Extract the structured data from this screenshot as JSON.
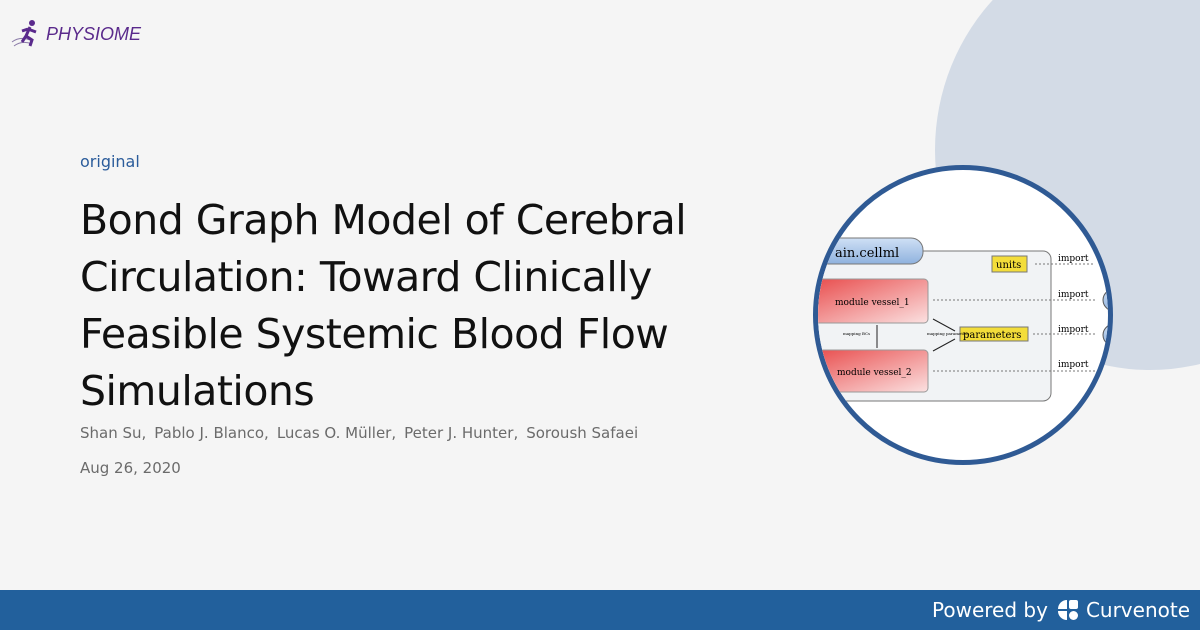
{
  "brand": {
    "logo_text": "PHYSIOME",
    "logo_color": "#5a2a8c"
  },
  "article": {
    "kind": "original",
    "title": "Bond Graph Model of Cerebral Circulation: Toward Clinically Feasible Systemic Blood Flow Simulations",
    "authors": [
      "Shan Su,",
      "Pablo J. Blanco,",
      "Lucas O. Müller,",
      "Peter J. Hunter,",
      "Soroush Safaei"
    ],
    "date": "Aug 26, 2020"
  },
  "figure": {
    "file": "ain.cellml",
    "units": "units",
    "parameters": "parameters",
    "vessel1": "module vessel_1",
    "vessel2": "module vessel_2",
    "mapping_bcs": "mapping BCs",
    "mapping_params": "mapping parameters",
    "import": "import"
  },
  "footer": {
    "powered_by": "Powered by",
    "brand": "Curvenote",
    "color": "#22609c"
  }
}
